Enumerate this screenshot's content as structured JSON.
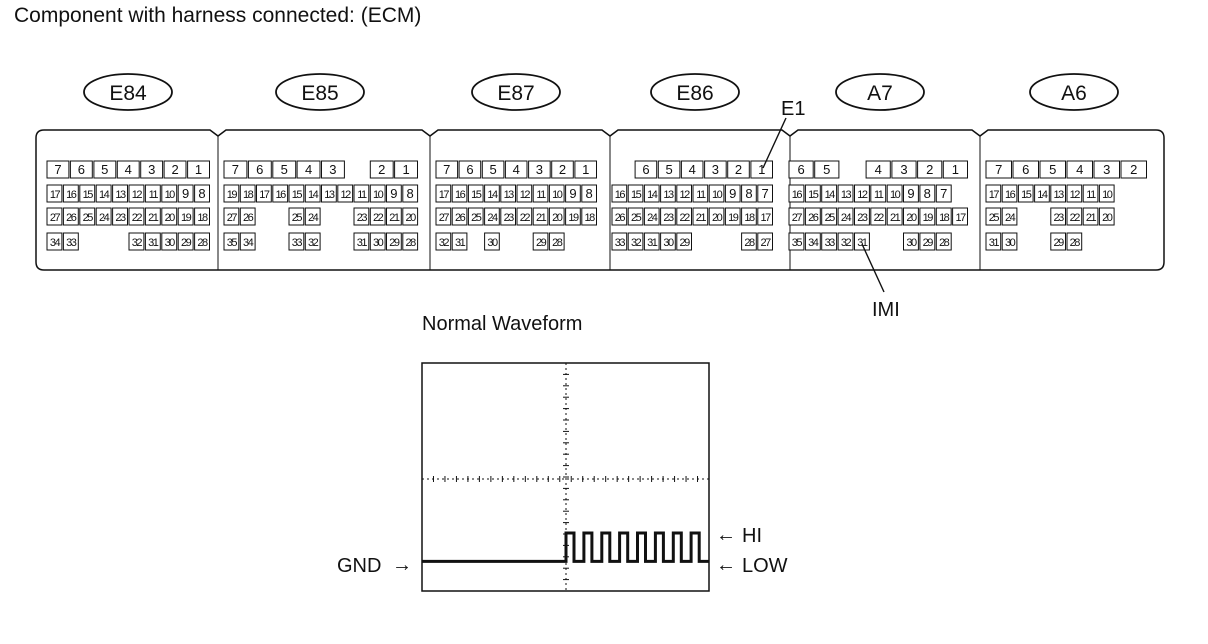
{
  "title": "Component with harness connected: (ECM)",
  "waveform_title": "Normal Waveform",
  "connectors": [
    {
      "id": "E84",
      "rows": [
        [
          "7",
          "6",
          "5",
          "4",
          "3",
          "2",
          "1"
        ],
        [
          "17",
          "16",
          "15",
          "14",
          "13",
          "12",
          "11",
          "10",
          "9",
          "8"
        ],
        [
          "27",
          "26",
          "25",
          "24",
          "23",
          "22",
          "21",
          "20",
          "19",
          "18"
        ],
        [
          "34",
          "33",
          "",
          "",
          "",
          "32",
          "31",
          "30",
          "29",
          "28"
        ]
      ]
    },
    {
      "id": "E85",
      "rows": [
        [
          "7",
          "6",
          "5",
          "4",
          "3",
          "",
          "2",
          "1"
        ],
        [
          "19",
          "18",
          "17",
          "16",
          "15",
          "14",
          "13",
          "12",
          "11",
          "10",
          "9",
          "8"
        ],
        [
          "27",
          "26",
          "",
          "",
          "25",
          "24",
          "",
          "",
          "23",
          "22",
          "21",
          "20"
        ],
        [
          "35",
          "34",
          "",
          "",
          "33",
          "32",
          "",
          "",
          "31",
          "30",
          "29",
          "28"
        ]
      ]
    },
    {
      "id": "E87",
      "rows": [
        [
          "7",
          "6",
          "5",
          "4",
          "3",
          "2",
          "1"
        ],
        [
          "17",
          "16",
          "15",
          "14",
          "13",
          "12",
          "11",
          "10",
          "9",
          "8"
        ],
        [
          "27",
          "26",
          "25",
          "24",
          "23",
          "22",
          "21",
          "20",
          "19",
          "18"
        ],
        [
          "32",
          "31",
          "",
          "30",
          "",
          "",
          "29",
          "28"
        ]
      ]
    },
    {
      "id": "E86",
      "rows": [
        [
          "",
          "6",
          "5",
          "4",
          "3",
          "2",
          "1"
        ],
        [
          "16",
          "15",
          "14",
          "13",
          "12",
          "11",
          "10",
          "9",
          "8",
          "7"
        ],
        [
          "26",
          "25",
          "24",
          "23",
          "22",
          "21",
          "20",
          "19",
          "18",
          "17"
        ],
        [
          "33",
          "32",
          "31",
          "30",
          "29",
          "",
          "",
          "",
          "28",
          "27"
        ]
      ]
    },
    {
      "id": "A7",
      "rows": [
        [
          "6",
          "5",
          "",
          "4",
          "3",
          "2",
          "1"
        ],
        [
          "16",
          "15",
          "14",
          "13",
          "12",
          "11",
          "10",
          "9",
          "8",
          "7"
        ],
        [
          "27",
          "26",
          "25",
          "24",
          "23",
          "22",
          "21",
          "20",
          "19",
          "18",
          "17"
        ],
        [
          "35",
          "34",
          "33",
          "32",
          "31",
          "",
          "",
          "30",
          "29",
          "28"
        ]
      ]
    },
    {
      "id": "A6",
      "rows": [
        [
          "7",
          "6",
          "5",
          "4",
          "3",
          "2"
        ],
        [
          "17",
          "16",
          "15",
          "14",
          "13",
          "12",
          "11",
          "10",
          "",
          ""
        ],
        [
          "25",
          "24",
          "",
          "",
          "23",
          "22",
          "21",
          "20",
          "",
          ""
        ],
        [
          "31",
          "30",
          "",
          "",
          "29",
          "28"
        ]
      ]
    }
  ],
  "callouts": {
    "e1": "E1",
    "imi": "IMI"
  },
  "waveform_labels": {
    "gnd": "GND",
    "hi": "HI",
    "low": "LOW"
  },
  "arrow_glyphs": {
    "right": "→",
    "left": "←"
  },
  "waveform": {
    "low_level": 0.13,
    "high_level": 0.21,
    "pulses": 8
  }
}
